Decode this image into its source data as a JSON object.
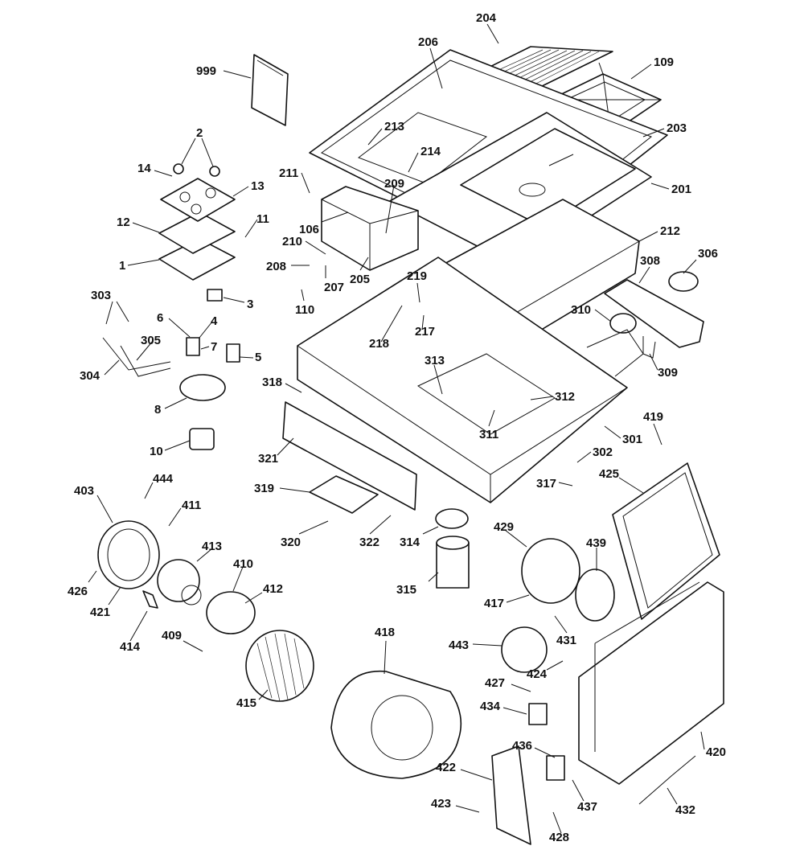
{
  "diagram": {
    "type": "exploded-parts-diagram",
    "part_numbers": [
      "999",
      "2",
      "14",
      "13",
      "11",
      "12",
      "1",
      "3",
      "303",
      "6",
      "4",
      "7",
      "5",
      "305",
      "304",
      "8",
      "10",
      "204",
      "206",
      "109",
      "213",
      "214",
      "203",
      "211",
      "209",
      "201",
      "106",
      "212",
      "210",
      "208",
      "207",
      "205",
      "110",
      "219",
      "217",
      "218",
      "308",
      "306",
      "310",
      "309",
      "313",
      "312",
      "318",
      "311",
      "301",
      "321",
      "419",
      "302",
      "317",
      "425",
      "403",
      "444",
      "411",
      "319",
      "320",
      "322",
      "314",
      "315",
      "429",
      "439",
      "413",
      "426",
      "421",
      "410",
      "412",
      "417",
      "414",
      "409",
      "418",
      "443",
      "431",
      "424",
      "427",
      "415",
      "434",
      "436",
      "420",
      "422",
      "437",
      "432",
      "423",
      "428"
    ]
  }
}
